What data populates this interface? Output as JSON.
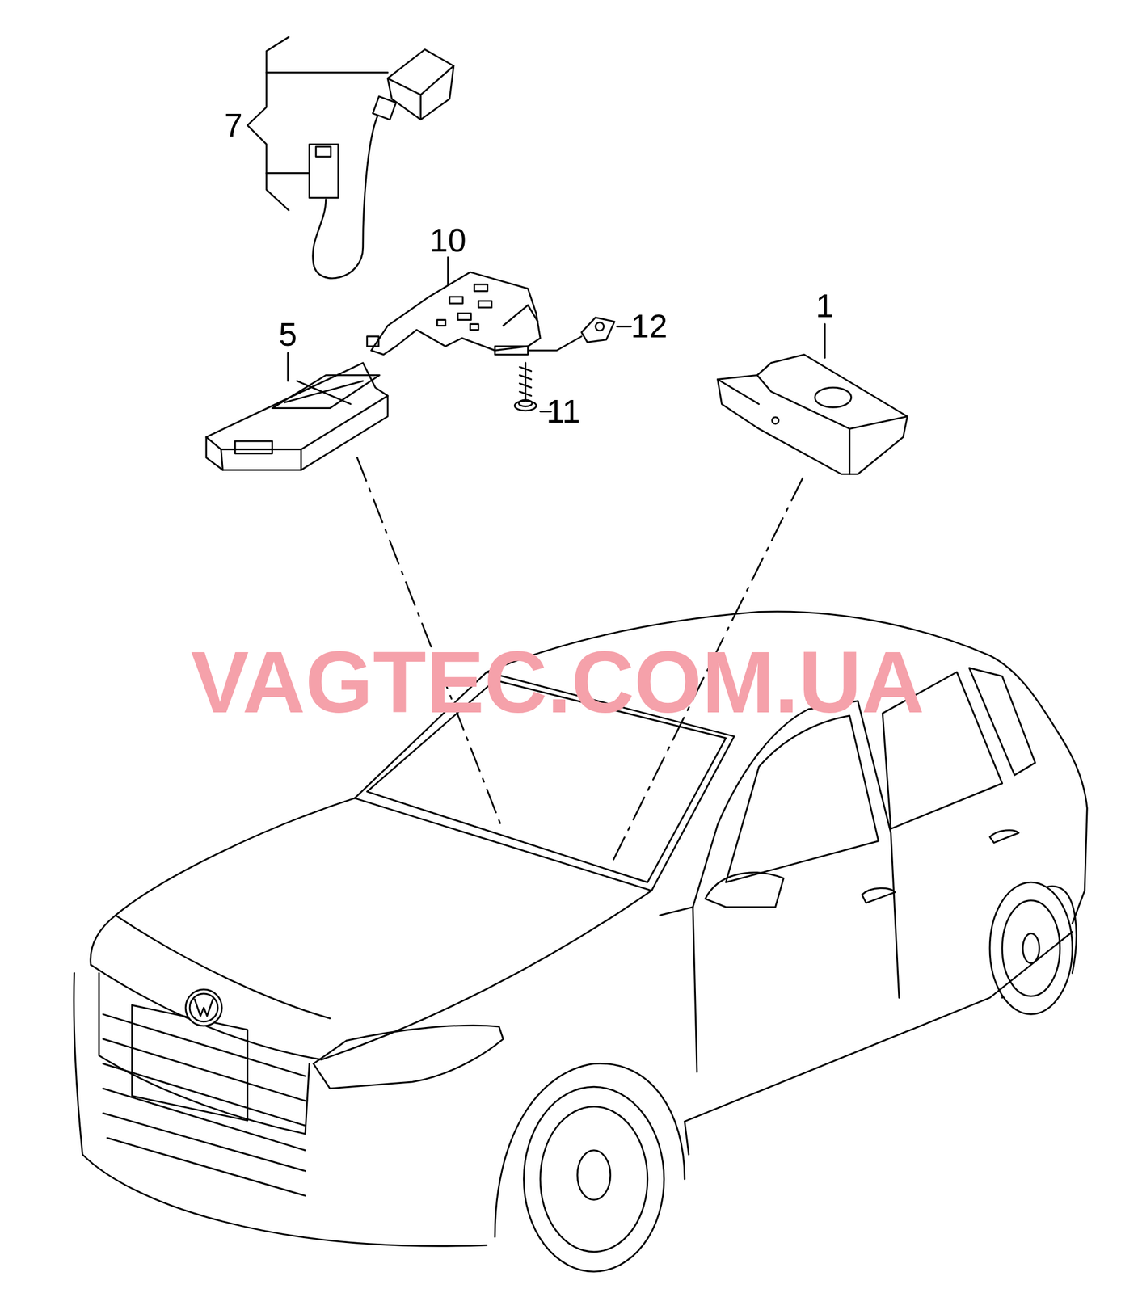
{
  "diagram": {
    "labels": [
      "7",
      "10",
      "12",
      "1",
      "5",
      "11",
      "VAGTEC.COM.UA"
    ]
  }
}
